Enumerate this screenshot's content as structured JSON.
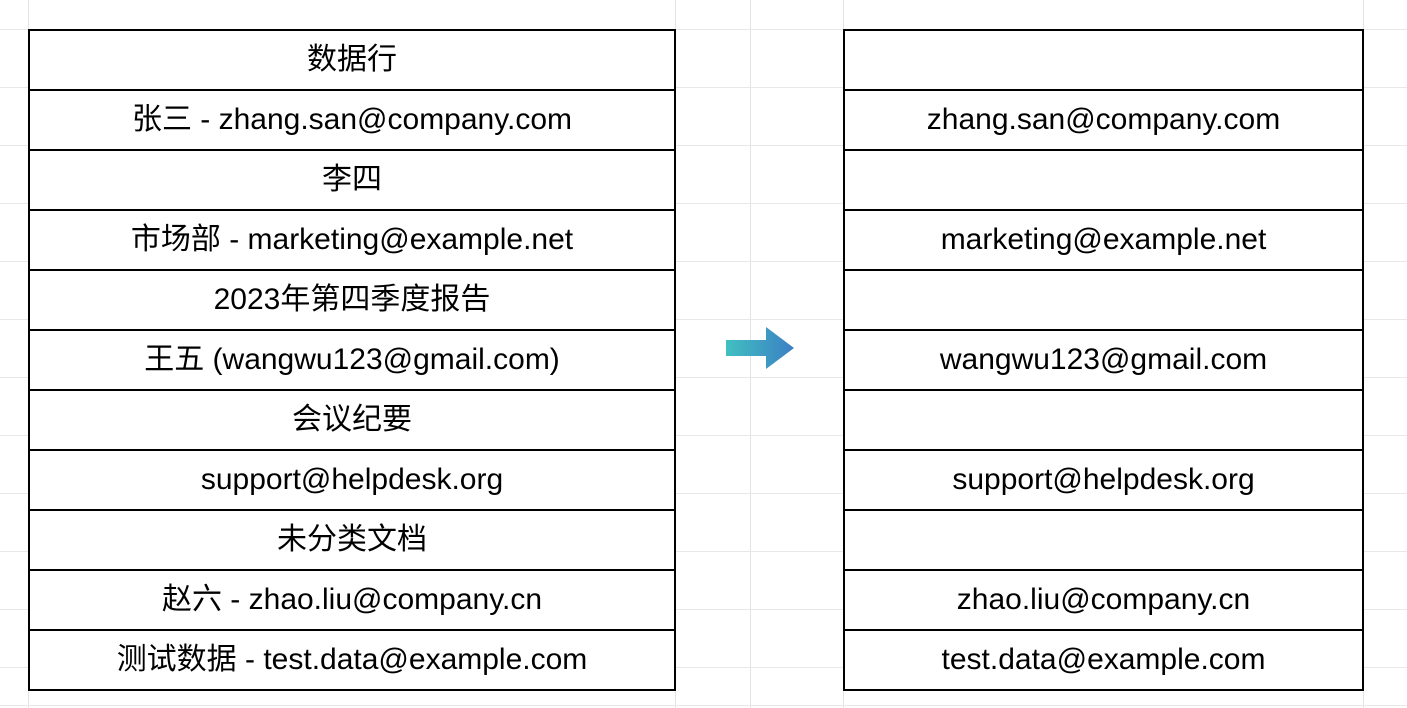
{
  "document": {
    "type": "spreadsheet",
    "background_color": "#ffffff",
    "gridline_color": "#e5e5e5",
    "text_color": "#000000",
    "border_color": "#000000"
  },
  "source_table": {
    "name": "source-data-column",
    "header": "数据行",
    "rows": [
      "数据行",
      "张三 - zhang.san@company.com",
      "李四",
      "市场部 - marketing@example.net",
      "2023年第四季度报告",
      "王五 (wangwu123@gmail.com)",
      "会议纪要",
      "support@helpdesk.org",
      "未分类文档",
      "赵六 - zhao.liu@company.cn",
      "测试数据 - test.data@example.com"
    ]
  },
  "result_table": {
    "name": "extracted-email-column",
    "rows": [
      "",
      "zhang.san@company.com",
      "",
      "marketing@example.net",
      "",
      "wangwu123@gmail.com",
      "",
      "support@helpdesk.org",
      "",
      "zhao.liu@company.cn",
      "test.data@example.com"
    ]
  },
  "arrow": {
    "name": "transform-arrow",
    "direction": "right",
    "gradient_start": "#41c0c0",
    "gradient_end": "#3b7fc4"
  }
}
